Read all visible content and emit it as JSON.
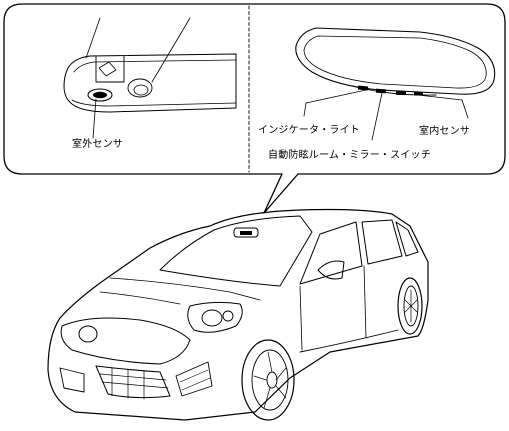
{
  "labels": {
    "outside_sensor": "室外センサ",
    "indicator_light": "インジケータ・ライト",
    "inside_sensor": "室内センサ",
    "auto_dimming_switch": "自動防眩ルーム・ミラー・スイッチ"
  }
}
